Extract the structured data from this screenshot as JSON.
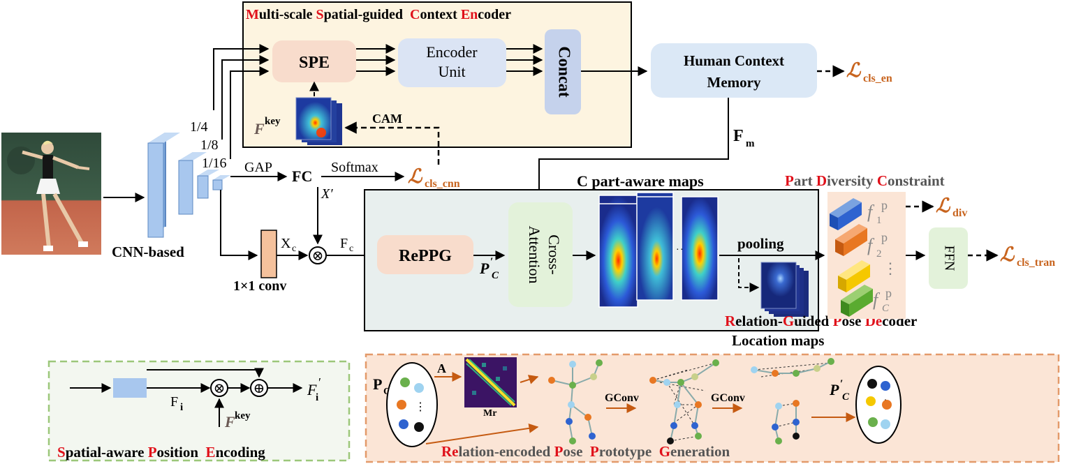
{
  "mse": {
    "title_parts": [
      {
        "t": "M",
        "red": true
      },
      {
        "t": "ulti-scale ",
        "red": false
      },
      {
        "t": "S",
        "red": true
      },
      {
        "t": "patial-guided  ",
        "red": false
      },
      {
        "t": "C",
        "red": true
      },
      {
        "t": "ontext ",
        "red": false
      },
      {
        "t": "En",
        "red": true
      },
      {
        "t": "coder",
        "red": false
      }
    ],
    "spe": "SPE",
    "encoder_line1": "Encoder",
    "encoder_line2": "Unit",
    "concat": "Concat",
    "fkey_main": "F",
    "fkey_sup": "key",
    "cam": "CAM"
  },
  "hcm": {
    "line1": "Human Context",
    "line2": "Memory"
  },
  "losses": {
    "cls_en": {
      "main": "ℒ",
      "sub": "cls_en"
    },
    "cls_cnn": {
      "main": "ℒ",
      "sub": "cls_cnn"
    },
    "div": {
      "main": "ℒ",
      "sub": "div"
    },
    "cls_tran": {
      "main": "ℒ",
      "sub": "cls_tran"
    }
  },
  "fm": {
    "main": "F",
    "sub": "m"
  },
  "backbone": {
    "label": "CNN-based",
    "scale_quarter": "1/4",
    "scale_eighth": "1/8",
    "scale_sixteenth": "1/16",
    "gap": "GAP",
    "fc": "FC",
    "softmax": "Softmax",
    "x_prime": "X′",
    "conv": "1×1 conv",
    "xc_main": "X",
    "xc_sub": "c",
    "fc_main": "F",
    "fc_sub": "c",
    "otimes": "⊗"
  },
  "rgpd": {
    "title_parts": [
      {
        "t": "R",
        "red": true
      },
      {
        "t": "elation-",
        "red": false
      },
      {
        "t": "G",
        "red": true
      },
      {
        "t": "uided ",
        "red": false
      },
      {
        "t": "P",
        "red": true
      },
      {
        "t": "ose ",
        "red": false
      },
      {
        "t": "De",
        "red": true
      },
      {
        "t": "coder",
        "red": false
      }
    ],
    "reppg": "RePPG",
    "pc_main": "P",
    "pc_prime": "′",
    "pc_sub": "C",
    "cross_line1": "Cross-",
    "cross_line2": "Attention",
    "maps_title": "C part-aware maps",
    "ellipsis": "·",
    "pooling": "pooling",
    "location_maps": "Location maps"
  },
  "pdc": {
    "title_parts": [
      {
        "t": "P",
        "red": true
      },
      {
        "t": "art ",
        "red": false
      },
      {
        "t": "D",
        "red": true
      },
      {
        "t": "iversity ",
        "red": false
      },
      {
        "t": "C",
        "red": true
      },
      {
        "t": "onstraint",
        "red": false
      }
    ],
    "f1": {
      "main": "f",
      "sub": "1",
      "sup": "p"
    },
    "f2": {
      "main": "f",
      "sub": "2",
      "sup": "p"
    },
    "fc": {
      "main": "f",
      "sub": "C",
      "sup": "p"
    },
    "vdots": "⋮"
  },
  "ffn": "FFN",
  "spe_detail": {
    "title_parts": [
      {
        "t": "S",
        "red": true
      },
      {
        "t": "patial-aware ",
        "red": false
      },
      {
        "t": "P",
        "red": true
      },
      {
        "t": "osition  ",
        "red": false
      },
      {
        "t": "E",
        "red": true
      },
      {
        "t": "ncoding",
        "red": false
      }
    ],
    "fi_main": "F",
    "fi_sub": "i",
    "fkey_main": "F",
    "fkey_sup": "key",
    "fi_out_main": "F",
    "fi_out_sub": "i",
    "fi_out_prime": "′",
    "otimes": "⊗",
    "oplus": "⊕"
  },
  "reppg_detail": {
    "title_parts": [
      {
        "t": "Re",
        "red": true
      },
      {
        "t": "lation-encoded ",
        "red": false
      },
      {
        "t": "P",
        "red": true
      },
      {
        "t": "ose  ",
        "red": false
      },
      {
        "t": "P",
        "red": true
      },
      {
        "t": "rototype  ",
        "red": false
      },
      {
        "t": "G",
        "red": true
      },
      {
        "t": "eneration",
        "red": false
      }
    ],
    "pc_main": "P",
    "pc_sub": "C",
    "a_label": "A",
    "mr_label": "Mr",
    "gconv1": "GConv",
    "gconv2": "GConv",
    "pc_out_main": "P",
    "pc_out_prime": "′",
    "pc_out_sub": "C",
    "vdots": "⋮"
  },
  "colors": {
    "red": "#e0101a",
    "orange_loss": "#c8641e",
    "gray_title": "#555555",
    "mse_bg": "#fdf4e0",
    "spe_fill": "#f8dccc",
    "encoder_fill": "#dbe4f4",
    "concat_fill": "#c5d2ec",
    "hcm_fill": "#dbe8f6",
    "rgpd_bg": "#e8efee",
    "cross_fill": "#e3f2da",
    "reppg_fill": "#f8dccc",
    "pdc_fill": "#fbe5d6",
    "ffn_fill": "#e3f2da",
    "speenc_bg": "#f3f7f0",
    "speenc_border": "#9cc77a",
    "reppgdet_bg": "#fbe5d6",
    "reppgdet_border": "#e39a6a",
    "conv_fill": "#f4c19c",
    "cnn_fill": "#a8c7ee",
    "edge_orange": "#c55a11"
  }
}
